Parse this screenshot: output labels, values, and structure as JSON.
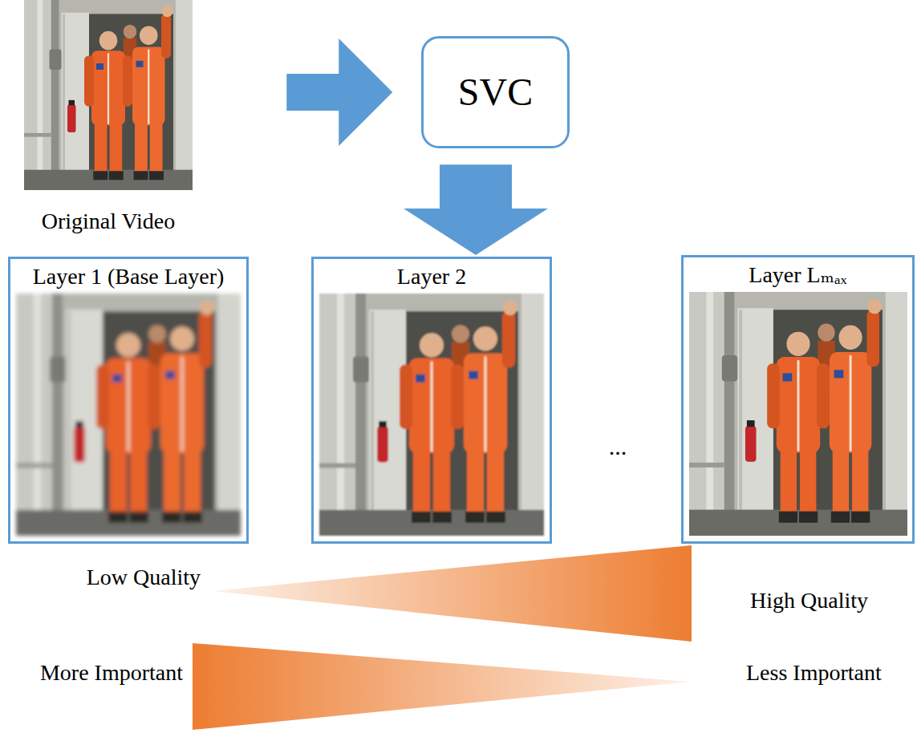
{
  "diagram": {
    "nodes": [
      {
        "text": [
          "Original Video"
        ]
      },
      {
        "text": [
          "SVC"
        ]
      },
      {
        "text": [
          "Layer 1 (Base Layer)"
        ]
      },
      {
        "text": [
          "Layer 2"
        ]
      },
      {
        "text": [
          "Layer Lₘₐₓ"
        ]
      }
    ],
    "edges": [
      {
        "from": 0,
        "to": 1,
        "arrow": "to"
      },
      {
        "from": 1,
        "to": 3,
        "arrow": "to"
      }
    ],
    "labels": [
      "...",
      "Low Quality",
      "High Quality",
      "More Important",
      "Less Important"
    ]
  }
}
